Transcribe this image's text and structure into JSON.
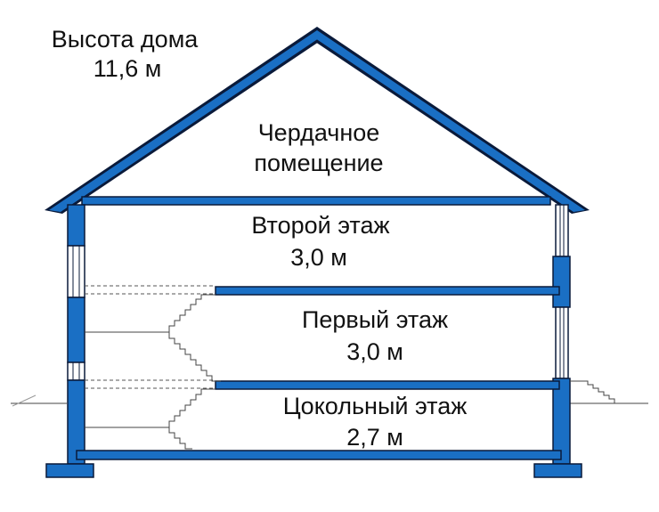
{
  "house_height": {
    "title": "Высота дома",
    "value": "11,6 м"
  },
  "attic": {
    "line1": "Чердачное",
    "line2": "помещение"
  },
  "second_floor": {
    "name": "Второй этаж",
    "height": "3,0 м"
  },
  "first_floor": {
    "name": "Первый этаж",
    "height": "3,0 м"
  },
  "basement": {
    "name": "Цокольный этаж",
    "height": "2,7 м"
  },
  "colors": {
    "structure": "#1a6fc4",
    "outline": "#0a1a3a"
  }
}
